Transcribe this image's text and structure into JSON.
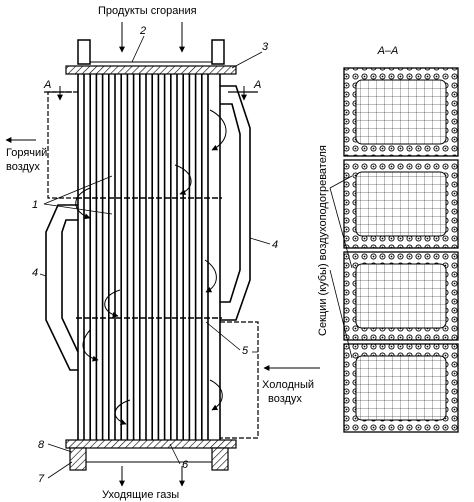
{
  "labels": {
    "combustion_products": "Продукты сгорания",
    "hot_air_1": "Горячий",
    "hot_air_2": "воздух",
    "cold_air_1": "Холодный",
    "cold_air_2": "воздух",
    "flue_gases": "Уходящие газы",
    "section_title": "А–А",
    "section_marker_left": "А",
    "section_marker_right": "А",
    "vertical_caption": "Секции (кубы) воздухоподогревателя"
  },
  "callouts": {
    "n1": "1",
    "n2": "2",
    "n3": "3",
    "n4a": "4",
    "n4b": "4",
    "n5": "5",
    "n6": "6",
    "n7": "7",
    "n8": "8"
  },
  "colors": {
    "ink": "#000000",
    "paper": "#ffffff",
    "hatch": "#777777"
  }
}
